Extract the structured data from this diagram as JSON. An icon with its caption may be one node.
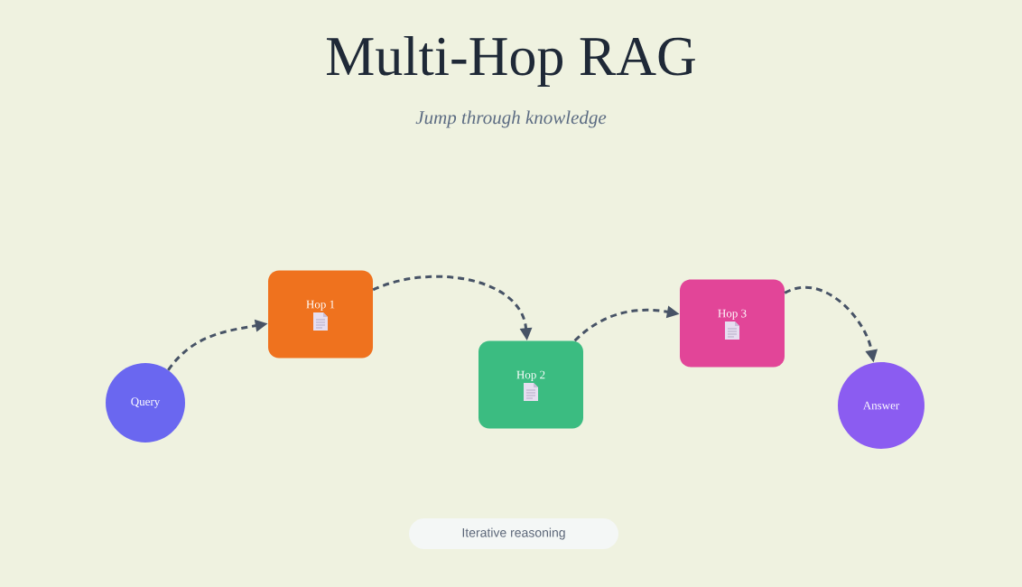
{
  "diagram": {
    "title": "Multi-Hop RAG",
    "caption": "Jump through knowledge",
    "nodes": [
      {
        "text": [
          "Query"
        ]
      },
      {
        "text": [
          "Hop 1"
        ]
      },
      {
        "text": [
          "Hop 2"
        ]
      },
      {
        "text": [
          "Hop 3"
        ]
      },
      {
        "text": [
          "Answer"
        ]
      },
      {
        "text": [
          "Iterative reasoning"
        ]
      }
    ],
    "edges": [
      {
        "from": 0,
        "to": 1,
        "arrow": "to",
        "style": "dashed"
      },
      {
        "from": 1,
        "to": 2,
        "arrow": "to",
        "style": "dashed"
      },
      {
        "from": 2,
        "to": 3,
        "arrow": "to",
        "style": "dashed"
      },
      {
        "from": 3,
        "to": 4,
        "arrow": "to",
        "style": "dashed"
      }
    ]
  }
}
